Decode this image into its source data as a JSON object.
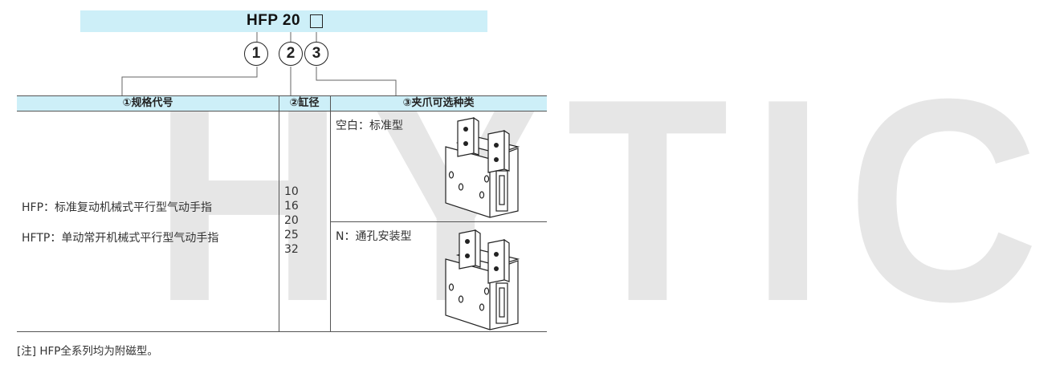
{
  "watermark": "HYTIC",
  "model": {
    "code": "HFP 20",
    "circles": [
      "1",
      "2",
      "3"
    ]
  },
  "table": {
    "headers": [
      "①规格代号",
      "②缸径",
      "③夹爪可选种类"
    ],
    "spec_codes": [
      "HFP：标准复动机械式平行型气动手指",
      "HFTP：单动常开机械式平行型气动手指"
    ],
    "bores": [
      "10",
      "16",
      "20",
      "25",
      "32"
    ],
    "jaw_options": [
      {
        "label": "空白：标准型",
        "icon": "standard-gripper-icon"
      },
      {
        "label": "N：通孔安装型",
        "icon": "through-hole-gripper-icon"
      }
    ]
  },
  "note": "[注] HFP全系列均为附磁型。"
}
